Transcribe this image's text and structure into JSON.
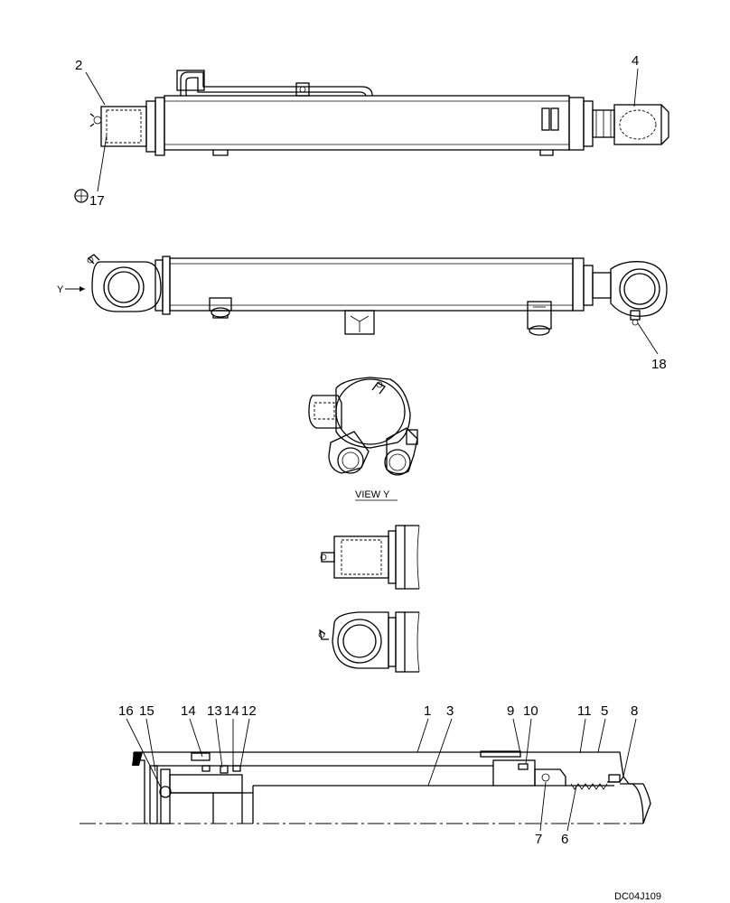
{
  "callouts": {
    "top": {
      "c2": "2",
      "c4": "4",
      "c17": "17"
    },
    "side": {
      "y_arrow": "Y",
      "c18": "18"
    },
    "view_label": "VIEW Y",
    "section": {
      "c16": "16",
      "c15": "15",
      "c14a": "14",
      "c13": "13",
      "c14b": "14",
      "c12": "12",
      "c1": "1",
      "c3": "3",
      "c9": "9",
      "c10": "10",
      "c11": "11",
      "c5": "5",
      "c8": "8",
      "c7": "7",
      "c6": "6"
    }
  },
  "drawing_code": "DC04J109"
}
